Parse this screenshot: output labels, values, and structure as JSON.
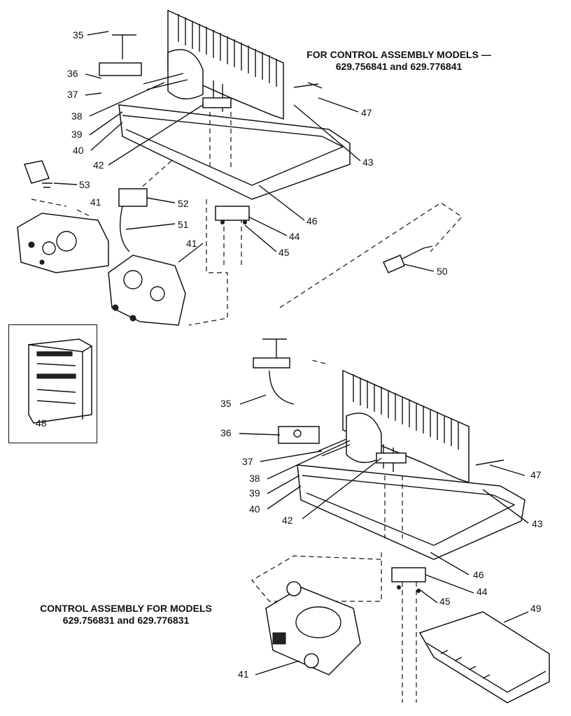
{
  "titles": {
    "upper": "FOR CONTROL ASSEMBLY MODELS —",
    "upper_models": "629.756841 and 629.776841",
    "lower": "CONTROL ASSEMBLY FOR MODELS",
    "lower_models": "629.756831 and 629.776831"
  },
  "upper_labels": {
    "p35": "35",
    "p36": "36",
    "p37": "37",
    "p38": "38",
    "p39": "39",
    "p40": "40",
    "p42": "42",
    "p43": "43",
    "p47": "47",
    "p53": "53",
    "p41a": "41",
    "p52": "52",
    "p51": "51",
    "p41b": "41",
    "p46": "46",
    "p44": "44",
    "p45": "45",
    "p50": "50"
  },
  "inset_label": "48",
  "lower_labels": {
    "p35": "35",
    "p36": "36",
    "p37": "37",
    "p38": "38",
    "p39": "39",
    "p40": "40",
    "p42": "42",
    "p43": "43",
    "p47": "47",
    "p46": "46",
    "p44": "44",
    "p45": "45",
    "p49": "49",
    "p41": "41"
  }
}
